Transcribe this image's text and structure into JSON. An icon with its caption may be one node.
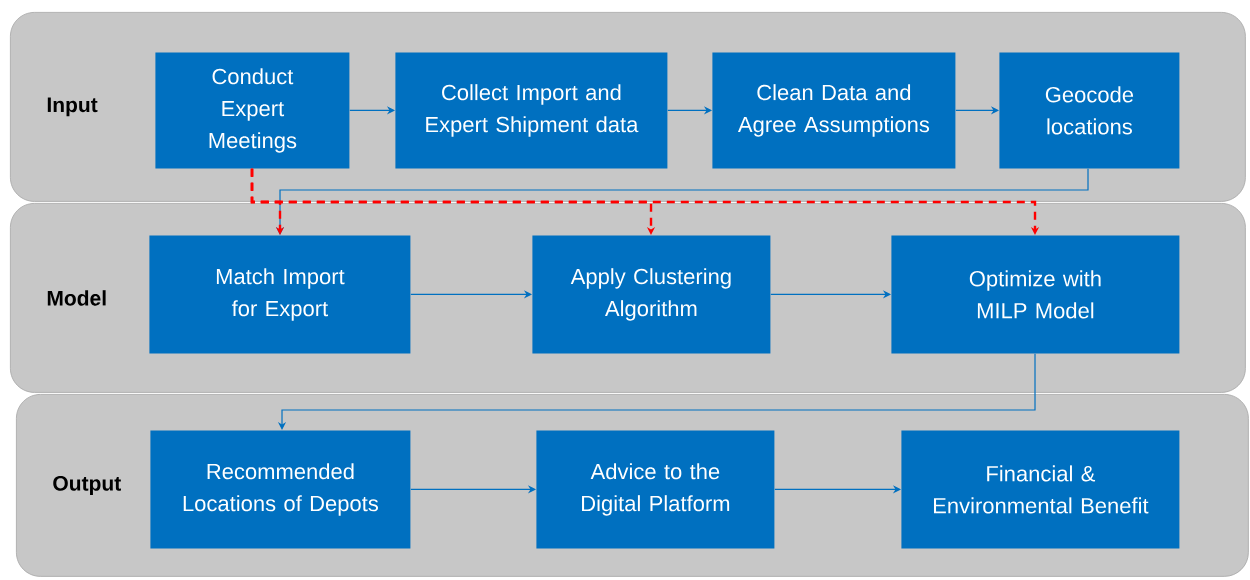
{
  "diagram": {
    "nodes": [
      {
        "text": [
          "Input"
        ]
      },
      {
        "text": [
          "Conduct Expert Meetings"
        ],
        "in": 0
      },
      {
        "text": [
          "Collect Import and Expert Shipment data"
        ],
        "in": 0
      },
      {
        "text": [
          "Clean Data and Agree Assumptions"
        ],
        "in": 0
      },
      {
        "text": [
          "Geocode locations"
        ],
        "in": 0
      },
      {
        "text": [
          "Model"
        ]
      },
      {
        "text": [
          "Match Import for Export"
        ],
        "in": 5
      },
      {
        "text": [
          "Apply Clustering Algorithm"
        ],
        "in": 5
      },
      {
        "text": [
          "Optimize with MILP Model"
        ],
        "in": 5
      },
      {
        "text": [
          "Output"
        ]
      },
      {
        "text": [
          "Recommended Locations of Depots"
        ],
        "in": 9
      },
      {
        "text": [
          "Advice to the Digital Platform"
        ],
        "in": 9
      },
      {
        "text": [
          "Financial & Environmental Benefit"
        ],
        "in": 9
      }
    ],
    "edges": [
      {
        "from": 1,
        "to": 2,
        "arrow": "to"
      },
      {
        "from": 2,
        "to": 3,
        "arrow": "to"
      },
      {
        "from": 3,
        "to": 4,
        "arrow": "to"
      },
      {
        "from": 4,
        "to": 6,
        "arrow": "to"
      },
      {
        "from": 1,
        "to": 6,
        "arrow": "to",
        "style": "dashed",
        "color": "#ff0000"
      },
      {
        "from": 1,
        "to": 7,
        "arrow": "to",
        "style": "dashed",
        "color": "#ff0000"
      },
      {
        "from": 1,
        "to": 8,
        "arrow": "to",
        "style": "dashed",
        "color": "#ff0000"
      },
      {
        "from": 6,
        "to": 7,
        "arrow": "to"
      },
      {
        "from": 7,
        "to": 8,
        "arrow": "to"
      },
      {
        "from": 8,
        "to": 10,
        "arrow": "to"
      },
      {
        "from": 10,
        "to": 11,
        "arrow": "to"
      },
      {
        "from": 11,
        "to": 12,
        "arrow": "to"
      }
    ]
  }
}
